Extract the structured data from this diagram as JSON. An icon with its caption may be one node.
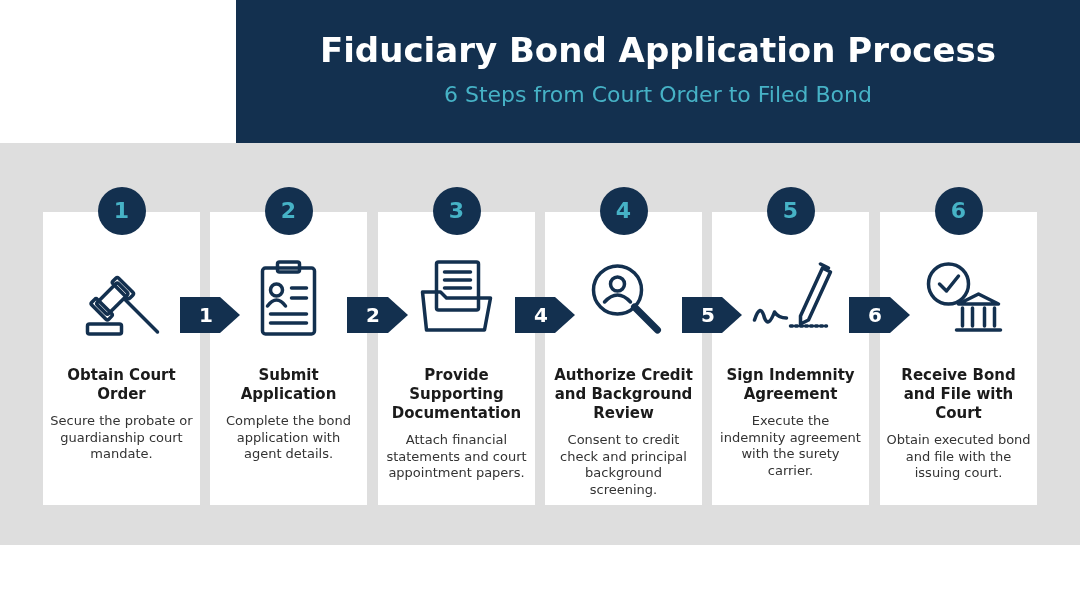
{
  "diagram": {
    "title": "Fiduciary Bond Application Process",
    "nodes": [
      {
        "text": [
          "1"
        ]
      },
      {
        "text": [
          "Obtain Court Order",
          "Secure the probate or guardianship court mandate."
        ]
      },
      {
        "text": [
          "2"
        ]
      },
      {
        "text": [
          "Submit Application",
          "Complete the bond application with agent details."
        ]
      },
      {
        "text": [
          "3"
        ]
      },
      {
        "text": [
          "Provide Supporting Documentation",
          "Attach financial statements and court appointment papers."
        ]
      },
      {
        "text": [
          "4"
        ]
      },
      {
        "text": [
          "Authorize Credit and Background Review",
          "Consent to credit check and principal background screening."
        ]
      },
      {
        "text": [
          "5"
        ]
      },
      {
        "text": [
          "Sign Indemnity Agreement",
          "Execute the indemnity agreement with the surety carrier."
        ]
      },
      {
        "text": [
          "6"
        ]
      },
      {
        "text": [
          "Receive Bond and File with Court",
          "Obtain executed bond and file with the issuing court."
        ]
      }
    ],
    "edges": [
      {
        "from": 1,
        "to": 3,
        "arrow": "to",
        "label": "1"
      },
      {
        "from": 3,
        "to": 5,
        "arrow": "to",
        "label": "2"
      },
      {
        "from": 5,
        "to": 7,
        "arrow": "to",
        "label": "4"
      },
      {
        "from": 7,
        "to": 9,
        "arrow": "to",
        "label": "5"
      },
      {
        "from": 9,
        "to": 11,
        "arrow": "to",
        "label": "6"
      }
    ],
    "labels": [
      "6 Steps from Court Order to Filed Bond"
    ]
  }
}
